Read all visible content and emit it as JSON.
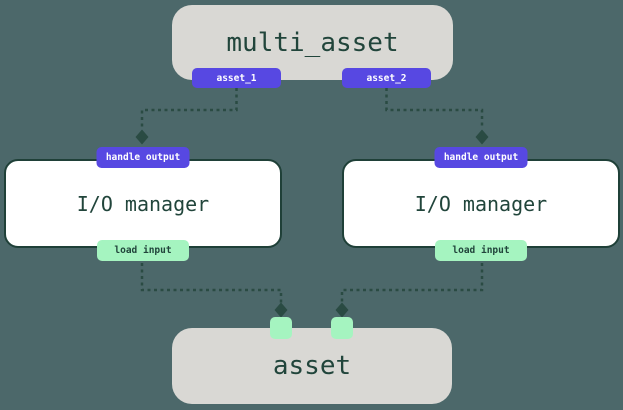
{
  "diagram": {
    "colors": {
      "canvas-bg": "#4C686A",
      "box-gray": "#D9D8D4",
      "box-white": "#FFFFFF",
      "ink": "#21453B",
      "border": "#1F4038",
      "purple": "#5748E2",
      "green": "#A5F4C0",
      "edge": "#2A4B43"
    },
    "multi_asset": {
      "title": "multi_asset",
      "output_badges": [
        "asset_1",
        "asset_2"
      ]
    },
    "io_managers": [
      {
        "title": "I/O manager",
        "top_badge": "handle output",
        "bottom_badge": "load input"
      },
      {
        "title": "I/O manager",
        "top_badge": "handle output",
        "bottom_badge": "load input"
      }
    ],
    "asset": {
      "title": "asset"
    }
  }
}
